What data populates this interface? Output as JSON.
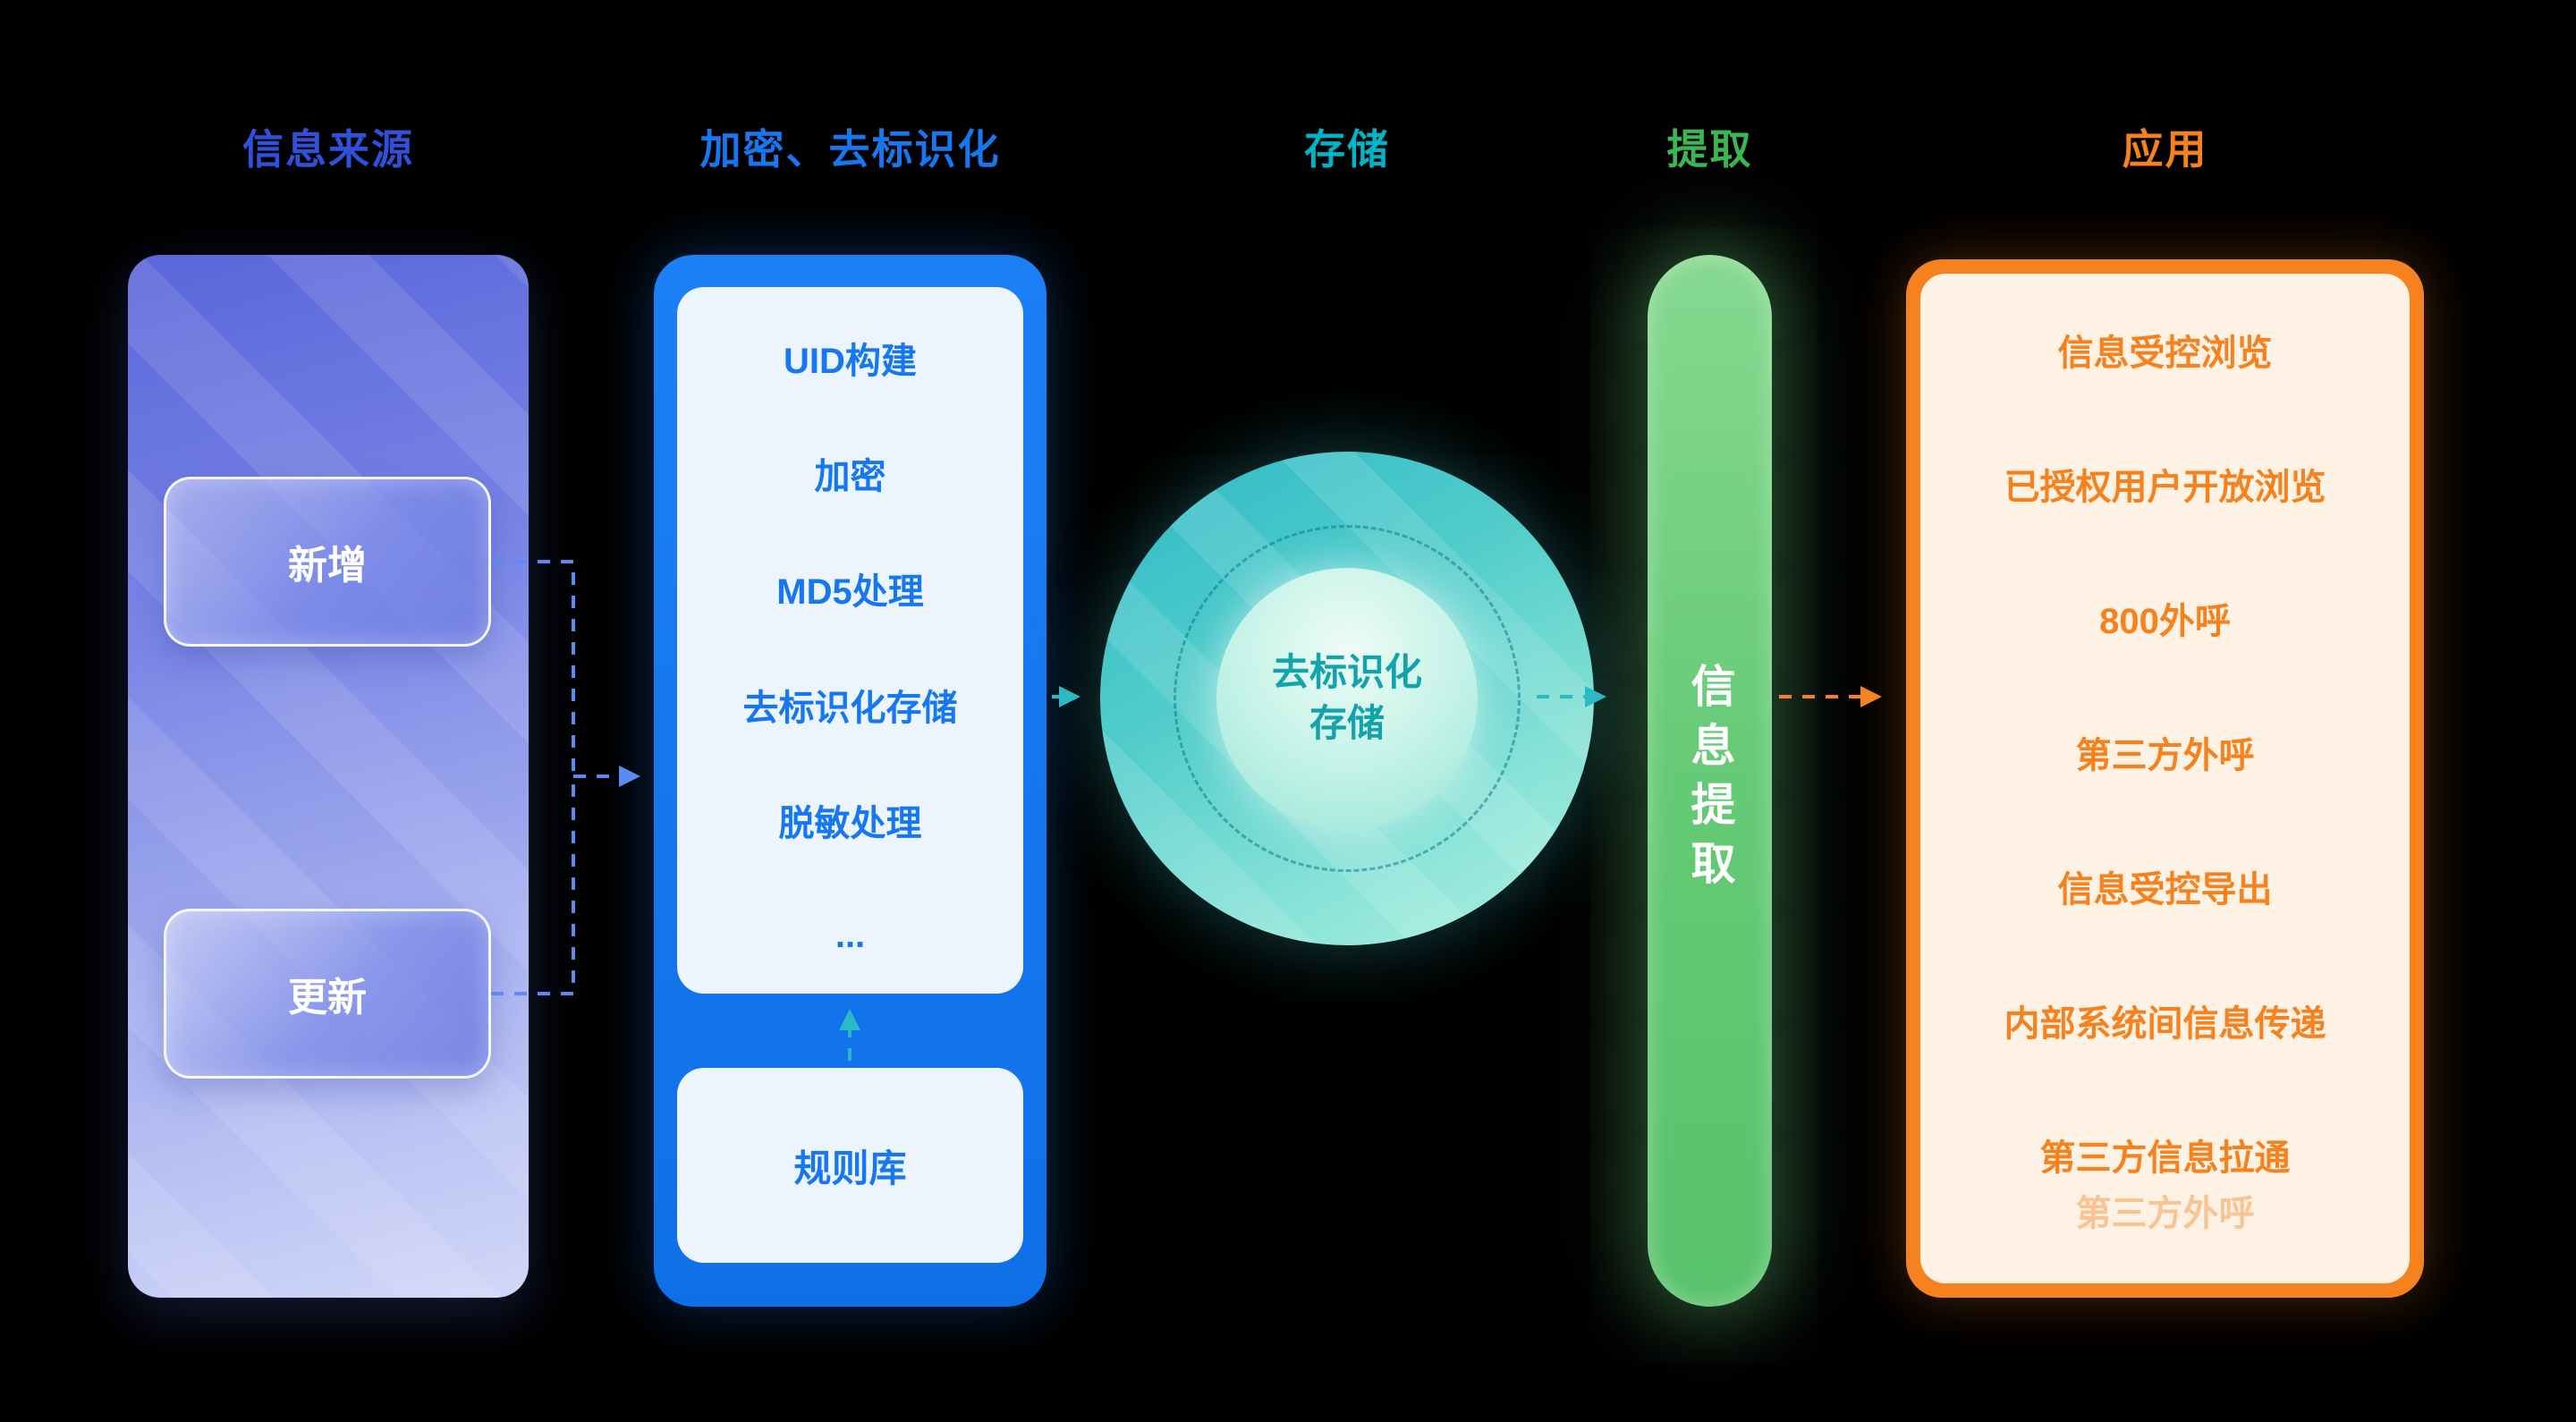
{
  "headers": [
    {
      "label": "信息来源",
      "color": "#2f51d9"
    },
    {
      "label": "加密、去标识化",
      "color": "#1677f0"
    },
    {
      "label": "存储",
      "color": "#00b3c7"
    },
    {
      "label": "提取",
      "color": "#3cb553"
    },
    {
      "label": "应用",
      "color": "#f5821f"
    }
  ],
  "source": {
    "items": [
      {
        "label": "新增"
      },
      {
        "label": "更新"
      }
    ]
  },
  "encryption": {
    "steps": [
      "UID构建",
      "加密",
      "MD5处理",
      "去标识化存储",
      "脱敏处理",
      "..."
    ],
    "rule_library": "规则库"
  },
  "storage": {
    "label_line1": "去标识化",
    "label_line2": "存储"
  },
  "extraction": {
    "label": "信息提取"
  },
  "application": {
    "items": [
      "信息受控浏览",
      "已授权用户开放浏览",
      "800外呼",
      "第三方外呼",
      "信息受控导出",
      "内部系统间信息传递",
      "第三方信息拉通",
      "第三方外呼"
    ]
  },
  "colors": {
    "background": "#000000",
    "source_panel_top": "#5a66da",
    "source_panel_bottom": "#d2d8f8",
    "encryption_panel": "#1677f0",
    "storage_circle": "#3cc2c9",
    "extraction_bar": "#63c874",
    "application_frame": "#f5821f",
    "arrow_blue": "#5b8bf2",
    "arrow_teal": "#2bb9c4",
    "arrow_orange": "#f5821f"
  }
}
